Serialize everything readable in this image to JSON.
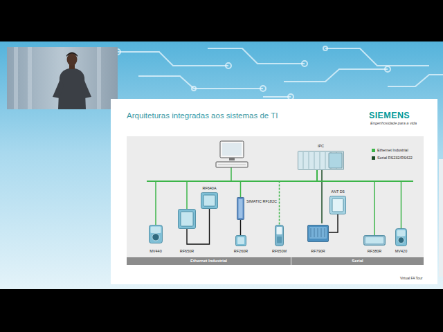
{
  "diagram": {
    "title": "Arquiteturas integradas aos sistemas de TI",
    "nodes": [
      {
        "text": [
          "IPC"
        ]
      },
      {
        "text": [
          "RF640A"
        ]
      },
      {
        "text": [
          "SIMATIC RF182C"
        ]
      },
      {
        "text": [
          "ANT D5"
        ]
      },
      {
        "text": [
          "MV440"
        ]
      },
      {
        "text": [
          "RF650R"
        ]
      },
      {
        "text": [
          "RF260R"
        ]
      },
      {
        "text": [
          "RF650M"
        ]
      },
      {
        "text": [
          "RF790R"
        ]
      },
      {
        "text": [
          "RF380R"
        ]
      },
      {
        "text": [
          "MV420"
        ]
      }
    ],
    "edges": [
      {
        "from": 0,
        "to": 4,
        "arrow": "none"
      },
      {
        "from": 0,
        "to": 5,
        "arrow": "none"
      },
      {
        "from": 0,
        "to": 2,
        "arrow": "none"
      },
      {
        "from": 0,
        "to": 7,
        "arrow": "none"
      },
      {
        "from": 0,
        "to": 8,
        "arrow": "none"
      },
      {
        "from": 0,
        "to": 9,
        "arrow": "none"
      },
      {
        "from": 0,
        "to": 10,
        "arrow": "none"
      },
      {
        "from": 5,
        "to": 1,
        "arrow": "none"
      },
      {
        "from": 2,
        "to": 6,
        "arrow": "none"
      },
      {
        "from": 3,
        "to": 8,
        "arrow": "none"
      }
    ],
    "labels": [
      "SIEMENS",
      "Engenhosidade para a vida",
      "Ethernet Industrial",
      "Serial",
      "Virtual FA Tour"
    ],
    "legend": [
      {
        "text": "Ethernet Industrial",
        "color": "#3db54a"
      },
      {
        "text": "Serial RS232/RS422",
        "color": "#1d4d26"
      }
    ]
  }
}
